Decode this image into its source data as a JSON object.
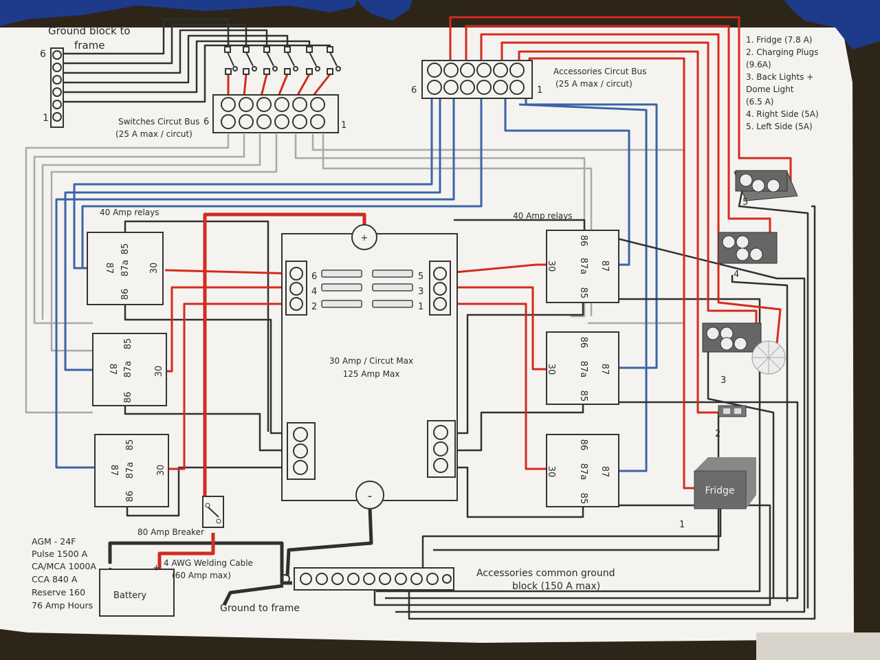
{
  "ground_block": {
    "title_line1": "Ground block to",
    "title_line2": "frame",
    "label_top": "6",
    "label_bottom": "1"
  },
  "switch_bus": {
    "label_line1": "Switches Circut Bus",
    "label_line2": "(25 A max / circut)",
    "end_left": "6",
    "end_right": "1"
  },
  "accessories_bus": {
    "label_line1": "Accessories Circut Bus",
    "label_line2": "(25 A max / circut)",
    "end_left": "6",
    "end_right": "1"
  },
  "accessory_list": [
    "1. Fridge (7.8 A)",
    "2. Charging Plugs",
    "(9.6A)",
    "3. Back Lights +",
    "Dome Light",
    "(6.5 A)",
    "4. Right Side (5A)",
    "5. Left Side (5A)"
  ],
  "relay_groups": {
    "left_title": "40 Amp relays",
    "right_title": "40 Amp relays"
  },
  "relay_pins": {
    "p85": "85",
    "p86": "86",
    "p87": "87",
    "p87a": "87a",
    "p30": "30"
  },
  "fuse_panel": {
    "plus": "+",
    "minus": "-",
    "left_nums": [
      "6",
      "4",
      "2"
    ],
    "right_nums": [
      "5",
      "3",
      "1"
    ],
    "rating_line1": "30 Amp / Circut Max",
    "rating_line2": "125 Amp Max"
  },
  "loads": {
    "n5": "5",
    "n4": "4",
    "n3": "3",
    "n2": "2",
    "n1": "1",
    "fridge": "Fridge"
  },
  "battery": {
    "specs": [
      "AGM - 24F",
      "Pulse 1500 A",
      "CA/MCA 1000A",
      "CCA 840 A",
      "Reserve 160",
      "76 Amp Hours"
    ],
    "label": "Battery",
    "neg": "-",
    "pos": "+"
  },
  "breaker_label": "80 Amp Breaker",
  "cable_label_line1": "4 AWG Welding Cable",
  "cable_label_line2": "(60 Amp max)",
  "ground_to_frame": "Ground to frame",
  "common_ground": {
    "line1": "Accessories common ground",
    "line2": "block (150 A max)"
  },
  "colors": {
    "positive": "#d42a1e",
    "negative": "#1c1c1c",
    "switched": "#3a63a8",
    "signal": "#a9a9a9",
    "wire": "#303030",
    "paper": "#f4f3ef"
  }
}
